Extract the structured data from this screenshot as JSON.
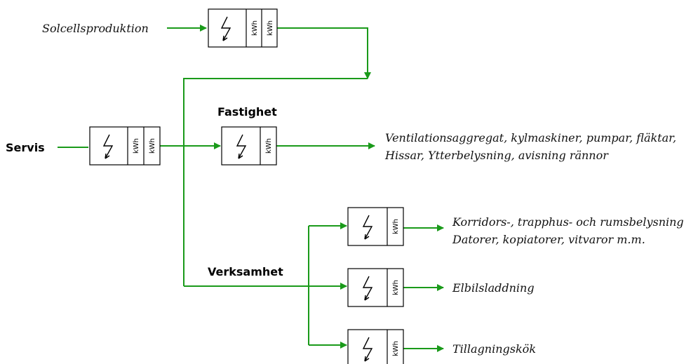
{
  "labels": {
    "solar": "Solcellsproduktion",
    "servis": "Servis",
    "fastighet": "Fastighet",
    "verksamhet": "Verksamhet",
    "fastighet_load_line1": "Ventilationsaggregat, kylmaskiner, pumpar, fläktar,",
    "fastighet_load_line2": "Hissar, Ytterbelysning, avisning rännor",
    "verk1_line1": "Korridors-, trapphus- och rumsbelysning",
    "verk1_line2": "Datorer, kopiatorer, vitvaror m.m.",
    "verk2": "Elbilsladdning",
    "verk3": "Tillagningskök"
  },
  "meter_unit": "kWh",
  "colors": {
    "wire": "#1a9a1a",
    "box_border": "#000000"
  }
}
